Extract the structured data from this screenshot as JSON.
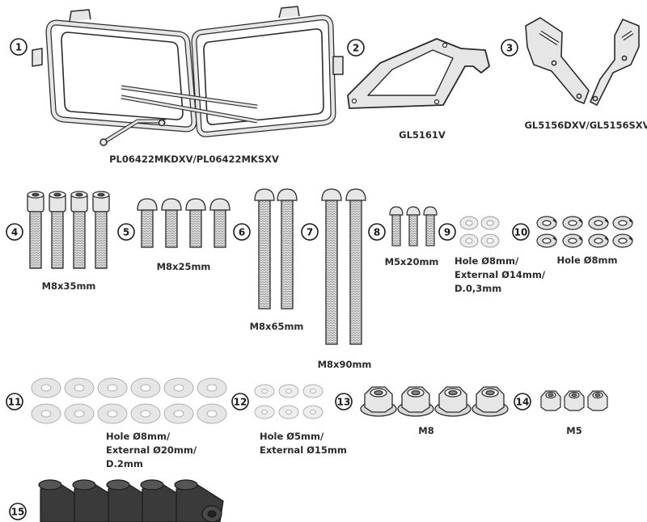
{
  "colors": {
    "outline": "#2b2b2b",
    "metal": "#d9d9d9",
    "metal_light": "#ececec",
    "washer": "#e3e3e3",
    "dark_part": "#3a3a3a"
  },
  "parts": [
    {
      "id": "part-1",
      "number": "1",
      "label": "PL06422MKDXV/PL06422MKSXV",
      "qty": 2,
      "icon": "pannier-frame-icon"
    },
    {
      "id": "part-2",
      "number": "2",
      "label": "GL5161V",
      "qty": 1,
      "icon": "bracket-plate-icon"
    },
    {
      "id": "part-3",
      "number": "3",
      "label": "GL5156DXV/GL5156SXV",
      "qty": 2,
      "icon": "angle-bracket-icon"
    },
    {
      "id": "part-4",
      "number": "4",
      "label": "M8x35mm",
      "qty": 4,
      "icon": "socket-bolt-icon"
    },
    {
      "id": "part-5",
      "number": "5",
      "label": "M8x25mm",
      "qty": 4,
      "icon": "button-bolt-icon"
    },
    {
      "id": "part-6",
      "number": "6",
      "label": "M8x65mm",
      "qty": 2,
      "icon": "button-bolt-icon"
    },
    {
      "id": "part-7",
      "number": "7",
      "label": "M8x90mm",
      "qty": 2,
      "icon": "button-bolt-icon"
    },
    {
      "id": "part-8",
      "number": "8",
      "label": "M5x20mm",
      "qty": 3,
      "icon": "button-bolt-icon"
    },
    {
      "id": "part-9",
      "number": "9",
      "label_lines": [
        "Hole Ø8mm/",
        "External Ø14mm/",
        "D.0,3mm"
      ],
      "qty": 4,
      "icon": "shim-washer-icon"
    },
    {
      "id": "part-10",
      "number": "10",
      "label": "Hole Ø8mm",
      "qty": 8,
      "icon": "spring-washer-icon"
    },
    {
      "id": "part-11",
      "number": "11",
      "label_lines": [
        "Hole Ø8mm/",
        "External Ø20mm/",
        "D.2mm"
      ],
      "qty": 12,
      "icon": "flat-washer-icon"
    },
    {
      "id": "part-12",
      "number": "12",
      "label_lines": [
        "Hole Ø5mm/",
        "External Ø15mm"
      ],
      "qty": 6,
      "icon": "flat-washer-icon"
    },
    {
      "id": "part-13",
      "number": "13",
      "label": "M8",
      "qty": 4,
      "icon": "flange-nut-icon"
    },
    {
      "id": "part-14",
      "number": "14",
      "label": "M5",
      "qty": 3,
      "icon": "lock-nut-icon"
    },
    {
      "id": "part-15",
      "number": "15",
      "label": "",
      "qty": 5,
      "icon": "spacer-tube-icon"
    }
  ]
}
